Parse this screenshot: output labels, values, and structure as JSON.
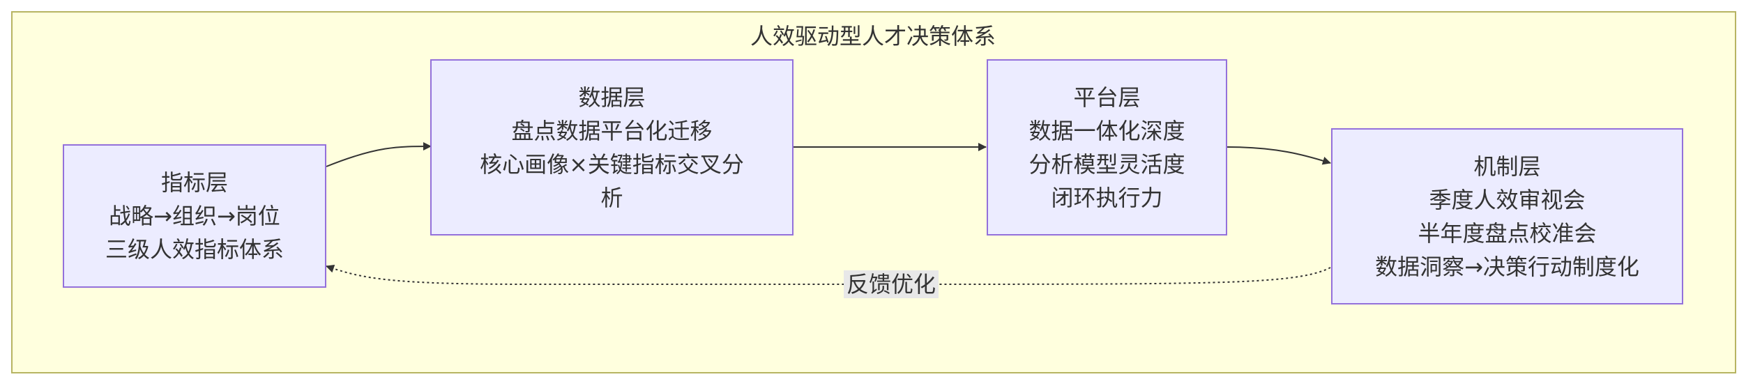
{
  "subgraph": {
    "title": "人效驱动型人才决策体系"
  },
  "nodes": {
    "metrics": {
      "lines": [
        "指标层",
        "战略→组织→岗位",
        "三级人效指标体系"
      ]
    },
    "data": {
      "lines": [
        "数据层",
        "盘点数据平台化迁移",
        "核心画像×关键指标交叉分",
        "析"
      ]
    },
    "platform": {
      "lines": [
        "平台层",
        "数据一体化深度",
        "分析模型灵活度",
        "闭环执行力"
      ]
    },
    "mechanism": {
      "lines": [
        "机制层",
        "季度人效审视会",
        "半年度盘点校准会",
        "数据洞察→决策行动制度化"
      ]
    }
  },
  "edges": {
    "feedback_label": "反馈优化"
  },
  "colors": {
    "frame_fill": "#ffffde",
    "frame_stroke": "#b7b462",
    "node_fill": "#ececff",
    "node_stroke": "#9370db",
    "edge": "#333333"
  }
}
